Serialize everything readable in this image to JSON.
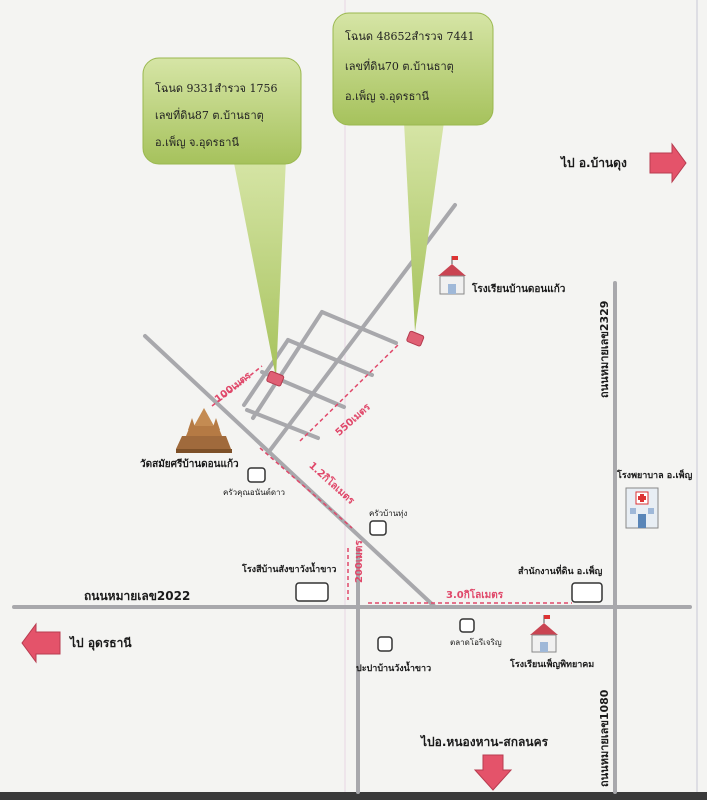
{
  "callouts": {
    "left": {
      "line1": "โฉนด 9331สำรวจ 1756",
      "line2": "เลขที่ดิน87 ต.บ้านธาตุ",
      "line3": "อ.เพ็ญ  จ.อุดรธานี"
    },
    "right": {
      "line1": "โฉนด 48652สำรวจ 7441",
      "line2": "เลขที่ดิน70  ต.บ้านธาตุ",
      "line3": "อ.เพ็ญ  จ.อุดรธานี"
    }
  },
  "directions": {
    "ban_dung": "ไป อ.บ้านดุง",
    "udon": "ไป อุดรธานี",
    "nongkhai": "ไปอ.หนองหาน-สกลนคร"
  },
  "roads": {
    "hw2022": "ถนนหมายเลข2022",
    "hw2329": "ถนนหมายเลข2329",
    "hw1080": "ถนนหมายเลข1080"
  },
  "places": {
    "school_donkaew": "โรงเรียนบ้านดอนแก้ว",
    "temple": "วัดสมัยศรีบ้านดอนแก้ว",
    "khrua_thongkhun": "ครัวคุณอนันต์ดาว",
    "khrua_ban_thung": "ครัวบ้านทุ่ง",
    "gas_station": "โรงสีบ้านสังขาวังน้ำขาว",
    "land_office": "สำนักงานที่ดิน อ.เพ็ญ",
    "hospital": "โรงพยาบาล อ.เพ็ญ",
    "post_office": "ปะปาบ้านวังน้ำขาว",
    "market": "ตลาดโอรีเจริญ",
    "school_phen": "โรงเรียนเพ็ญพิทยาคม"
  },
  "distances": {
    "d100": "100เมตร",
    "d550": "550เมตร",
    "d1_2km": "1.2กิโลเมตร",
    "d200": "200เมตร",
    "d3km": "3.0กิโลเมตร"
  },
  "colors": {
    "road": "#a8a8ac",
    "callout_fill": "#b7cf6e",
    "arrow": "#e4536a",
    "distance": "#e0486a",
    "parcel": "#e06074"
  }
}
